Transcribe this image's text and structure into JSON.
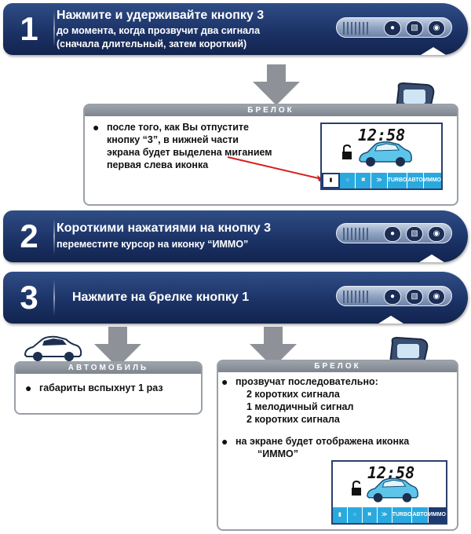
{
  "colors": {
    "banner": "#1c3367",
    "arrow": "#8e9298",
    "panel_border": "#9aa0a8",
    "lcd_icon": "#2aa9de",
    "callout_line": "#d81e1e"
  },
  "steps": [
    {
      "number": "1",
      "line1": "Нажмите и удерживайте кнопку 3",
      "line2": "до момента, когда прозвучит два сигнала",
      "line3": "(сначала длительный, затем короткий)"
    },
    {
      "number": "2",
      "line1": "Короткими нажатиями на кнопку 3",
      "line2": "переместите курсор на иконку “ИММО”"
    },
    {
      "number": "3",
      "line1": "Нажмите на брелке кнопку 1"
    }
  ],
  "fob": {
    "icons": [
      "lock-icon",
      "trunk-icon",
      "eye-icon"
    ]
  },
  "panel1": {
    "header": "БРЕЛОК",
    "line1": "после того, как Вы отпустите",
    "line2": "кнопку “3”, в нижней части",
    "line3": "экрана будет выделена миганием",
    "line4": "первая слева иконка",
    "lcd_time": "12:58",
    "lcd_icons": [
      "pistol-icon",
      "unlock-icon",
      "fan-icon",
      "wrench-icon",
      "TURBO",
      "АВТО",
      "ИММО"
    ]
  },
  "panel_car": {
    "header": "АВТОМОБИЛЬ",
    "line1": "габариты вспыхнут 1 раз"
  },
  "panel2": {
    "header": "БРЕЛОК",
    "line1": "прозвучат последовательно:",
    "line2": "2 коротких сигнала",
    "line3": "1 мелодичный сигнал",
    "line4": "2 коротких сигнала",
    "line5": "на экране будет отображена иконка",
    "line6": "“ИММО”",
    "lcd_time": "12:58",
    "lcd_icons": [
      "pistol-icon",
      "unlock-icon",
      "fan-icon",
      "wrench-icon",
      "TURBO",
      "АВТО",
      "ИММО"
    ]
  }
}
